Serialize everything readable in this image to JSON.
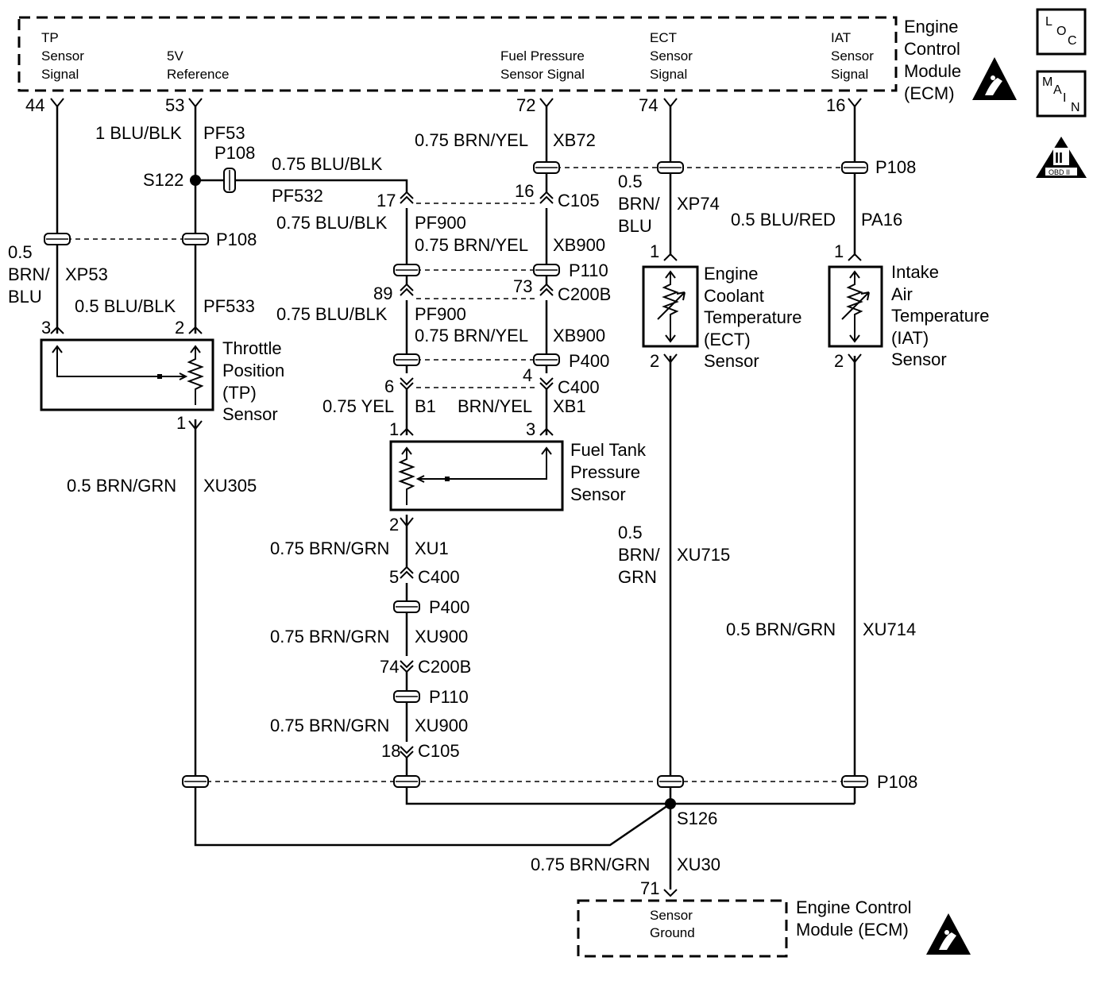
{
  "ecm_top": {
    "title_lines": [
      "Engine",
      "Control",
      "Module",
      "(ECM)"
    ],
    "pins": {
      "tp_signal": {
        "lines": [
          "TP",
          "Sensor",
          "Signal"
        ],
        "pin": "44"
      },
      "ref_5v": {
        "lines": [
          "5V",
          "Reference"
        ],
        "pin": "53"
      },
      "fuel_pressure": {
        "lines": [
          "Fuel Pressure",
          "Sensor Signal"
        ],
        "pin": "72"
      },
      "ect_signal": {
        "lines": [
          "ECT",
          "Sensor",
          "Signal"
        ],
        "pin": "74"
      },
      "iat_signal": {
        "lines": [
          "IAT",
          "Sensor",
          "Signal"
        ],
        "pin": "16"
      }
    }
  },
  "ecm_bottom": {
    "title_lines": [
      "Engine Control",
      "Module (ECM)"
    ],
    "ground_lines": [
      "Sensor",
      "Ground"
    ],
    "pin": "71"
  },
  "icons": {
    "loc": {
      "letters": [
        "L",
        "O",
        "C"
      ]
    },
    "main": {
      "letters": [
        "M",
        "A",
        "I",
        "N"
      ]
    },
    "obd": {
      "roman": "II",
      "label": "OBD II"
    }
  },
  "wires": {
    "tp_signal": {
      "gauge_lines": [
        "0.5",
        "BRN/",
        "BLU"
      ],
      "circuit": "XP53"
    },
    "ref_top": {
      "gauge": "1 BLU/BLK",
      "circuit": "PF53"
    },
    "ref_low": {
      "gauge": "0.5 BLU/BLK",
      "circuit": "PF533"
    },
    "branch": {
      "gauge": "0.75 BLU/BLK",
      "circuit": "PF532"
    },
    "fuel_ref_1": {
      "gauge": "0.75 BLU/BLK",
      "circuit": "PF900"
    },
    "fuel_ref_2": {
      "gauge": "0.75 BLU/BLK",
      "circuit": "PF900"
    },
    "fuel_ref_3": {
      "gauge": "0.75 YEL",
      "circuit": "B1"
    },
    "fuel_sig_top": {
      "gauge": "0.75 BRN/YEL",
      "circuit": "XB72"
    },
    "fuel_sig_1": {
      "gauge": "0.75 BRN/YEL",
      "circuit": "XB900"
    },
    "fuel_sig_2": {
      "gauge": "0.75 BRN/YEL",
      "circuit": "XB900"
    },
    "fuel_sig_3": {
      "gauge": "BRN/YEL",
      "circuit": "XB1"
    },
    "ect_top": {
      "gauge_lines": [
        "0.5",
        "BRN/",
        "BLU"
      ],
      "circuit": "XP74"
    },
    "iat_top": {
      "gauge": "0.5 BLU/RED",
      "circuit": "PA16"
    },
    "tp_gnd": {
      "gauge": "0.5 BRN/GRN",
      "circuit": "XU305"
    },
    "fuel_gnd_1": {
      "gauge": "0.75 BRN/GRN",
      "circuit": "XU1"
    },
    "fuel_gnd_2": {
      "gauge": "0.75 BRN/GRN",
      "circuit": "XU900"
    },
    "fuel_gnd_3": {
      "gauge": "0.75 BRN/GRN",
      "circuit": "XU900"
    },
    "ect_gnd": {
      "gauge_lines": [
        "0.5",
        "BRN/",
        "GRN"
      ],
      "circuit": "XU715"
    },
    "iat_gnd": {
      "gauge": "0.5 BRN/GRN",
      "circuit": "XU714"
    },
    "main_gnd": {
      "gauge": "0.75 BRN/GRN",
      "circuit": "XU30"
    }
  },
  "splices": {
    "s122": "S122",
    "s126": "S126"
  },
  "connectors": {
    "p108_a": "P108",
    "p108_b": "P108",
    "p108_c": "P108",
    "p108_d": "P108",
    "p110_a": "P110",
    "p110_b": "P110",
    "p400_a": "P400",
    "p400_b": "P400",
    "c105_top": {
      "name": "C105",
      "pin_left": "17",
      "pin_right": "16"
    },
    "c200b_top": {
      "name": "C200B",
      "pin_left": "89",
      "pin_right": "73"
    },
    "c400_top": {
      "name": "C400",
      "pin_left": "6",
      "pin_right": "4"
    },
    "c400_bot": {
      "name": "C400",
      "pin": "5"
    },
    "c200b_bot": {
      "name": "C200B",
      "pin": "74"
    },
    "c105_bot": {
      "name": "C105",
      "pin": "18"
    }
  },
  "components": {
    "tp": {
      "lines": [
        "Throttle",
        "Position",
        "(TP)",
        "Sensor"
      ],
      "pins": [
        "3",
        "2",
        "1"
      ]
    },
    "fuel_tank": {
      "lines": [
        "Fuel Tank",
        "Pressure",
        "Sensor"
      ],
      "pins": [
        "1",
        "3",
        "2"
      ]
    },
    "ect": {
      "lines": [
        "Engine",
        "Coolant",
        "Temperature",
        "(ECT)",
        "Sensor"
      ],
      "pins": [
        "1",
        "2"
      ]
    },
    "iat": {
      "lines": [
        "Intake",
        "Air",
        "Temperature",
        "(IAT)",
        "Sensor"
      ],
      "pins": [
        "1",
        "2"
      ]
    }
  }
}
